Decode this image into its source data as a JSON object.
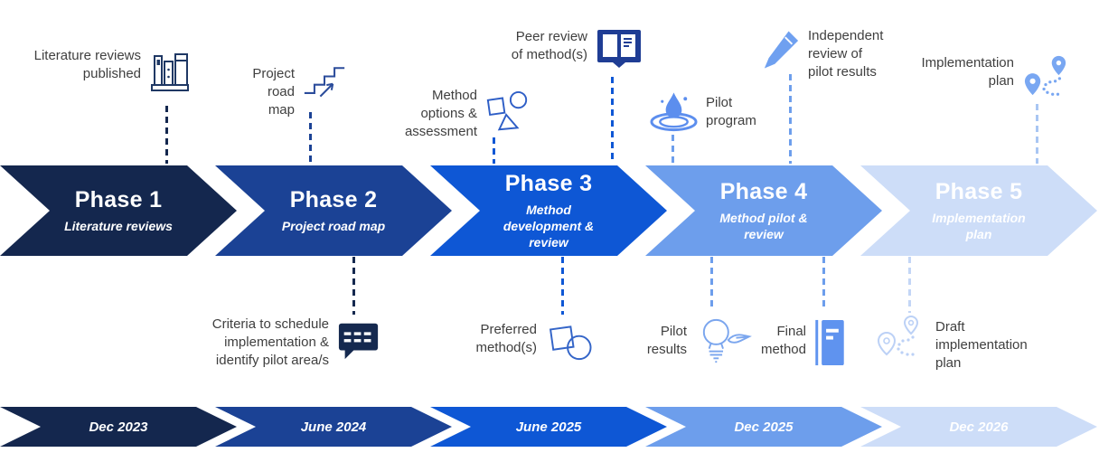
{
  "background": "#ffffff",
  "label_color": "#3f3f3f",
  "phases": [
    {
      "title": "Phase 1",
      "subtitle": "Literature reviews",
      "date": "Dec 2023",
      "color": "#14274E"
    },
    {
      "title": "Phase 2",
      "subtitle": "Project road map",
      "date": "June 2024",
      "color": "#1B4295"
    },
    {
      "title": "Phase 3",
      "subtitle": "Method\ndevelopment &\nreview",
      "date": "June 2025",
      "color": "#0E57D5"
    },
    {
      "title": "Phase 4",
      "subtitle": "Method pilot &\nreview",
      "date": "Dec 2025",
      "color": "#6D9EEC"
    },
    {
      "title": "Phase 5",
      "subtitle": "Implementation\nplan",
      "date": "Dec 2026",
      "color": "#CDDDF8"
    }
  ],
  "milestones_top": [
    {
      "label": "Literature reviews\npublished",
      "icon": "books-icon",
      "connector_color": "#14274E"
    },
    {
      "label": "Project\nroad\nmap",
      "icon": "stairs-icon",
      "connector_color": "#1B4295"
    },
    {
      "label": "Method\noptions &\nassessment",
      "icon": "shapes-icon",
      "connector_color": "#0E57D5"
    },
    {
      "label": "Peer review\nof method(s)",
      "icon": "open-book-icon",
      "connector_color": "#0E57D5"
    },
    {
      "label": "Pilot\nprogram",
      "icon": "droplet-icon",
      "connector_color": "#6D9EEC"
    },
    {
      "label": "Independent\nreview of\npilot results",
      "icon": "pencil-icon",
      "connector_color": "#6D9EEC"
    },
    {
      "label": "Implementation\nplan",
      "icon": "route-icon",
      "connector_color": "#A9C6F3"
    }
  ],
  "milestones_bottom": [
    {
      "label": "Criteria to schedule\nimplementation &\nidentify pilot area/s",
      "icon": "speech-bubble-icon",
      "connector_color": "#15294F"
    },
    {
      "label": "Preferred\nmethod(s)",
      "icon": "square-circle-icon",
      "connector_color": "#0E57D5"
    },
    {
      "label": "Pilot\nresults",
      "icon": "lightbulb-icon",
      "connector_color": "#6D9EEC"
    },
    {
      "label": "Final\nmethod",
      "icon": "notebook-icon",
      "connector_color": "#6D9EEC"
    },
    {
      "label": "Draft\nimplementation\nplan",
      "icon": "route-light-icon",
      "connector_color": "#C3D6F6"
    }
  ]
}
